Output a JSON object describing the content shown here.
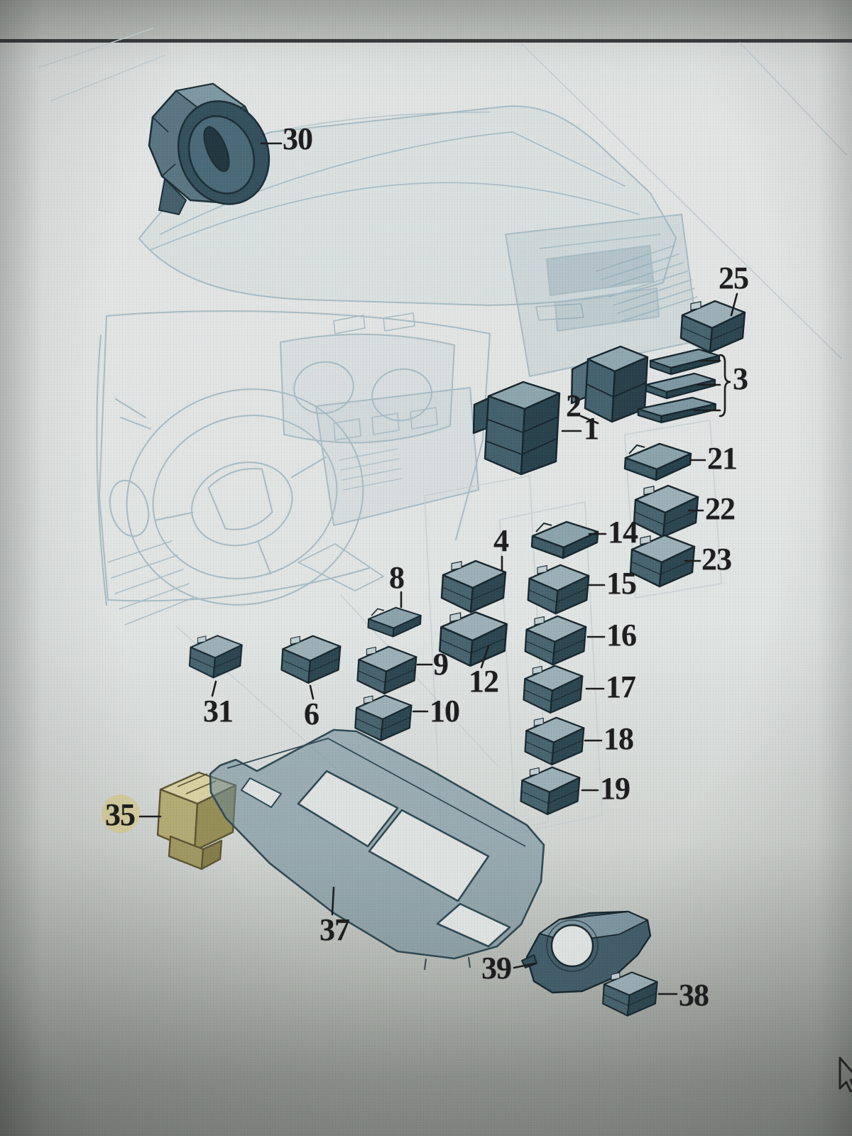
{
  "diagram": {
    "kind": "exploded-parts-diagram of dashboard switches, center console and sockets",
    "highlighted_part": "35",
    "colors": {
      "paper": "#e3e6e5",
      "sketch_line": "#a6bbc5",
      "switch_top": "#9db1b8",
      "switch_front": "#47646f",
      "switch_side": "#2b4650",
      "outline_ink": "#15252c",
      "label_ink": "#1b1b1d",
      "highlight_yellow": "#d9cf9a"
    },
    "parts": {
      "p1": {
        "label": "1"
      },
      "p2": {
        "label": "2"
      },
      "p3": {
        "label": "3"
      },
      "p4": {
        "label": "4"
      },
      "p6": {
        "label": "6"
      },
      "p8": {
        "label": "8"
      },
      "p9": {
        "label": "9"
      },
      "p10": {
        "label": "10"
      },
      "p12": {
        "label": "12"
      },
      "p14": {
        "label": "14"
      },
      "p15": {
        "label": "15"
      },
      "p16": {
        "label": "16"
      },
      "p17": {
        "label": "17"
      },
      "p18": {
        "label": "18"
      },
      "p19": {
        "label": "19"
      },
      "p21": {
        "label": "21"
      },
      "p22": {
        "label": "22"
      },
      "p23": {
        "label": "23"
      },
      "p25": {
        "label": "25"
      },
      "p30": {
        "label": "30"
      },
      "p31": {
        "label": "31"
      },
      "p35": {
        "label": "35",
        "highlighted": true
      },
      "p37": {
        "label": "37"
      },
      "p38": {
        "label": "38"
      },
      "p39": {
        "label": "39"
      }
    }
  }
}
